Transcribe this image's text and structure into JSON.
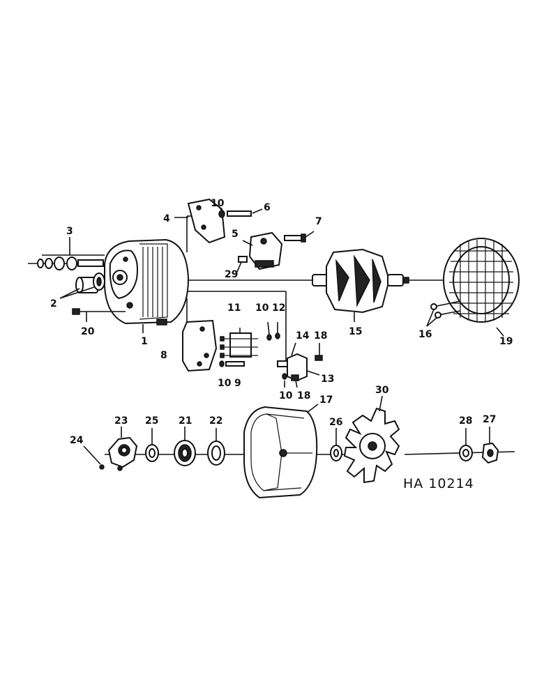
{
  "drawing_code": "HA 10214",
  "callouts": {
    "c1": "1",
    "c2": "2",
    "c3": "3",
    "c4": "4",
    "c5": "5",
    "c6": "6",
    "c7": "7",
    "c8": "8",
    "c9": "9",
    "c10a": "10",
    "c10b": "10",
    "c10c": "10",
    "c10d": "10",
    "c11": "11",
    "c12": "12",
    "c13": "13",
    "c14": "14",
    "c15": "15",
    "c16": "16",
    "c17": "17",
    "c18a": "18",
    "c18b": "18",
    "c19": "19",
    "c20": "20",
    "c21": "21",
    "c22": "22",
    "c23": "23",
    "c24": "24",
    "c25": "25",
    "c26": "26",
    "c27": "27",
    "c28": "28",
    "c29": "29",
    "c30": "30"
  }
}
